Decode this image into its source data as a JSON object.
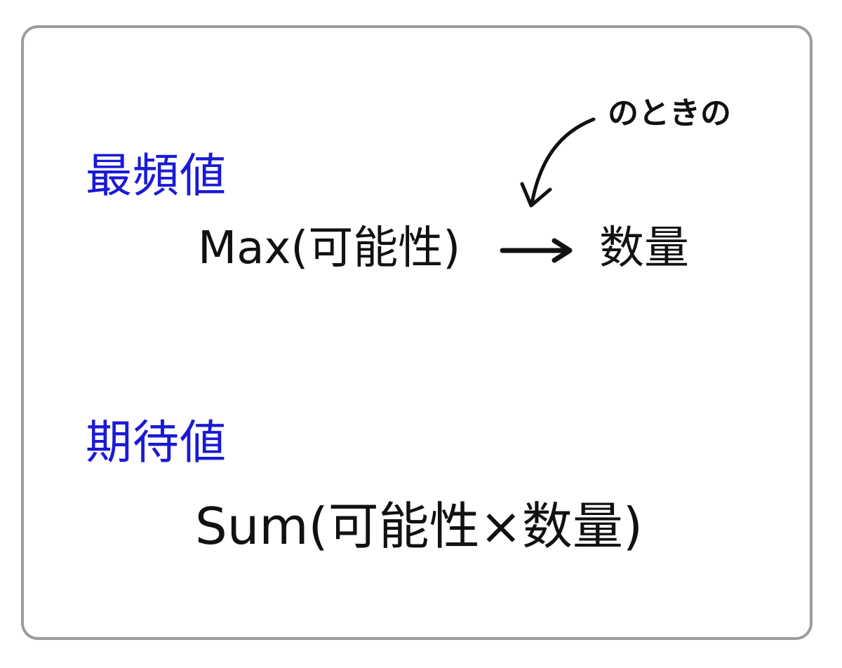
{
  "mode": {
    "heading": "最頻値",
    "formula_left": "Max(可能性)",
    "formula_right": "数量",
    "annotation": "のときの"
  },
  "expected_value": {
    "heading": "期待値",
    "formula": "Sum(可能性×数量)"
  },
  "colors": {
    "heading": "#1a1ad6",
    "text": "#111111",
    "border": "#9c9c9c"
  }
}
